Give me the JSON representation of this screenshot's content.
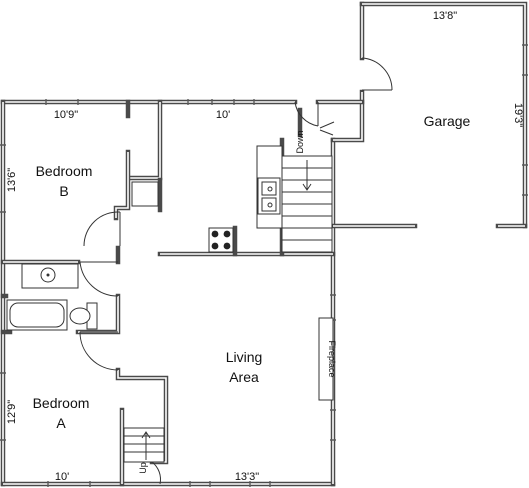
{
  "rooms": {
    "bedroom_b_line1": "Bedroom",
    "bedroom_b_line2": "B",
    "bedroom_a_line1": "Bedroom",
    "bedroom_a_line2": "A",
    "living_line1": "Living",
    "living_line2": "Area",
    "garage": "Garage"
  },
  "dimensions": {
    "bedroom_b_width": "10'9\"",
    "hall_width": "10'",
    "bedroom_b_depth": "13'6\"",
    "bedroom_a_depth": "12'9\"",
    "bedroom_a_width": "10'",
    "living_width": "13'3\"",
    "garage_width": "13'8\"",
    "garage_depth": "19'3\""
  },
  "labels": {
    "stairs_down": "Down",
    "stairs_up": "Up",
    "fireplace": "Fireplace"
  }
}
